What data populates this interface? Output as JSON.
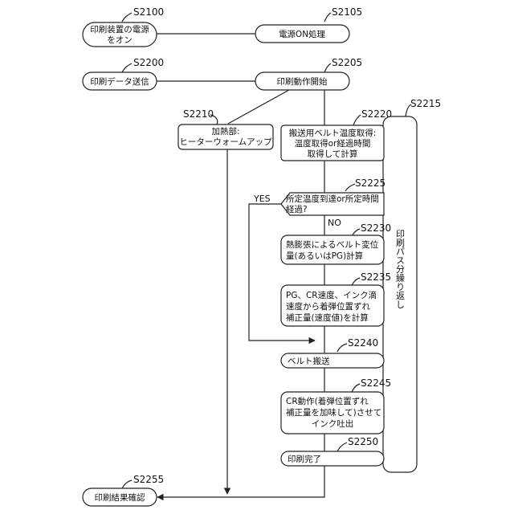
{
  "nodes": {
    "s2100": {
      "ref": "S2100",
      "lines": [
        "印刷装置の電源",
        "をオン"
      ]
    },
    "s2105": {
      "ref": "S2105",
      "lines": [
        "電源ON処理"
      ]
    },
    "s2200": {
      "ref": "S2200",
      "lines": [
        "印刷データ送信"
      ]
    },
    "s2205": {
      "ref": "S2205",
      "lines": [
        "印刷動作開始"
      ]
    },
    "s2210": {
      "ref": "S2210",
      "lines": [
        "加熱部:",
        "ヒーターウォームアップ"
      ]
    },
    "s2215": {
      "ref": "S2215",
      "label": "印刷パス分繰り返し"
    },
    "s2220": {
      "ref": "S2220",
      "lines": [
        "搬送用ベルト温度取得:",
        "温度取得or経過時間",
        "取得して計算"
      ]
    },
    "s2225": {
      "ref": "S2225",
      "lines": [
        "所定温度到達or所定時間",
        "経過?"
      ]
    },
    "s2230": {
      "ref": "S2230",
      "lines": [
        "熱膨張によるベルト変位",
        "量(あるいはPG)計算"
      ]
    },
    "s2235": {
      "ref": "S2235",
      "lines": [
        "PG、CR速度、インク滴",
        "速度から着弾位置ずれ",
        "補正量(速度値)を計算"
      ]
    },
    "s2240": {
      "ref": "S2240",
      "lines": [
        "ベルト搬送"
      ]
    },
    "s2245": {
      "ref": "S2245",
      "lines": [
        "CR動作(着弾位置ずれ",
        "補正量を加味して)させて",
        "インク吐出"
      ]
    },
    "s2250": {
      "ref": "S2250",
      "lines": [
        "印刷完了"
      ]
    },
    "s2255": {
      "ref": "S2255",
      "lines": [
        "印刷結果確認"
      ]
    }
  },
  "branches": {
    "yes": "YES",
    "no": "NO"
  }
}
